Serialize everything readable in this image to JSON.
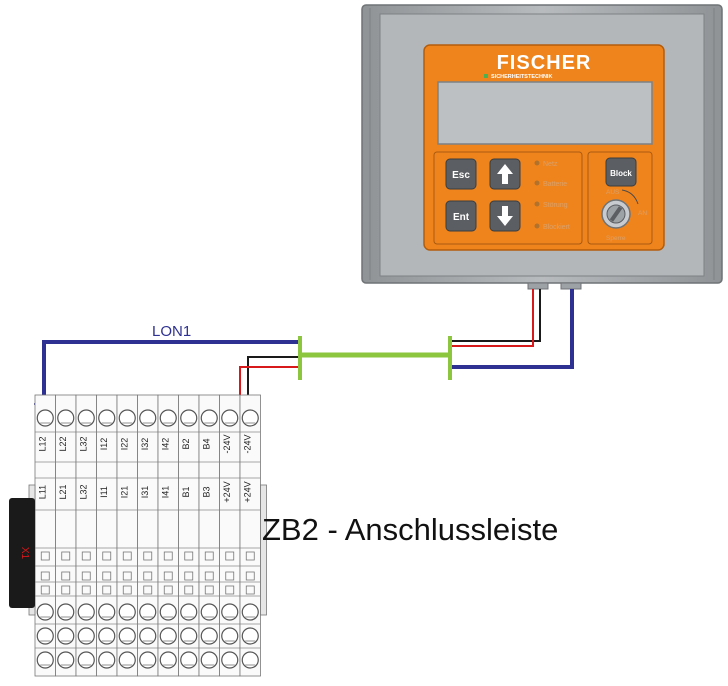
{
  "device": {
    "brand": "FISCHER",
    "brand_sub": "SICHERHEITSTECHNIK",
    "buttons": {
      "esc": "Esc",
      "ent": "Ent",
      "block": "Block"
    },
    "leds": [
      "Netz",
      "Batterie",
      "Störung",
      "Blockiert"
    ],
    "key_switch": {
      "off": "AUS",
      "on": "AN",
      "lock": "Sperre"
    }
  },
  "cable_label": "LON1",
  "terminal_block": {
    "title": "ZB2 - Anschlussleiste",
    "side_label": "X1",
    "top_labels": [
      "L12",
      "L22",
      "L32",
      "I12",
      "I22",
      "I32",
      "I42",
      "B2",
      "B4",
      "-24V",
      "-24V"
    ],
    "bottom_labels": [
      "L11",
      "L21",
      "L32",
      "I11",
      "I21",
      "I31",
      "I41",
      "B1",
      "B3",
      "+24V",
      "+24V"
    ]
  },
  "colors": {
    "housing": "#a9acaf",
    "panel": "#f0841c",
    "bus_blue": "#2e3192",
    "bus_green": "#8cc63f",
    "wire_red": "#d7191c",
    "wire_black": "#1a1a1a"
  }
}
